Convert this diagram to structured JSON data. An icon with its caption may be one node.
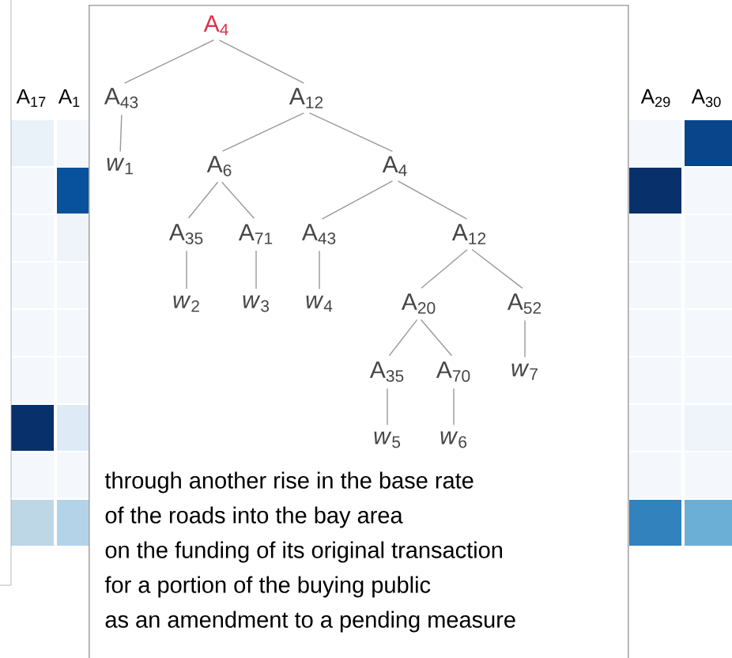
{
  "diagram": {
    "nodes": [
      {
        "text": [
          "through another rise in the base rate",
          "of the roads into the bay area",
          "on the funding of its original transaction",
          "for a portion of the buying public",
          "as an amendment to a pending measure"
        ]
      },
      {
        "text": [
          "A$_{4}$"
        ],
        "in": 0
      },
      {
        "text": [
          "A$_{43}$"
        ],
        "in": 0
      },
      {
        "text": [
          "A$_{12}$"
        ],
        "in": 0
      },
      {
        "text": [
          "*w*$_{1}$"
        ],
        "in": 0
      },
      {
        "text": [
          "A$_{6}$"
        ],
        "in": 0
      },
      {
        "text": [
          "A$_{4}$"
        ],
        "in": 0
      },
      {
        "text": [
          "A$_{35}$"
        ],
        "in": 0
      },
      {
        "text": [
          "A$_{71}$"
        ],
        "in": 0
      },
      {
        "text": [
          "A$_{43}$"
        ],
        "in": 0
      },
      {
        "text": [
          "A$_{12}$"
        ],
        "in": 0
      },
      {
        "text": [
          "*w*$_{2}$"
        ],
        "in": 0
      },
      {
        "text": [
          "*w*$_{3}$"
        ],
        "in": 0
      },
      {
        "text": [
          "*w*$_{4}$"
        ],
        "in": 0
      },
      {
        "text": [
          "A$_{20}$"
        ],
        "in": 0
      },
      {
        "text": [
          "A$_{52}$"
        ],
        "in": 0
      },
      {
        "text": [
          "A$_{35}$"
        ],
        "in": 0
      },
      {
        "text": [
          "A$_{70}$"
        ],
        "in": 0
      },
      {
        "text": [
          "*w*$_{7}$"
        ],
        "in": 0
      },
      {
        "text": [
          "*w*$_{5}$"
        ],
        "in": 0
      },
      {
        "text": [
          "*w*$_{6}$"
        ],
        "in": 0
      }
    ],
    "edges": [
      {
        "from": 1,
        "to": 2,
        "arrow": "none"
      },
      {
        "from": 1,
        "to": 3,
        "arrow": "none"
      },
      {
        "from": 2,
        "to": 4,
        "arrow": "none"
      },
      {
        "from": 3,
        "to": 5,
        "arrow": "none"
      },
      {
        "from": 3,
        "to": 6,
        "arrow": "none"
      },
      {
        "from": 5,
        "to": 7,
        "arrow": "none"
      },
      {
        "from": 5,
        "to": 8,
        "arrow": "none"
      },
      {
        "from": 6,
        "to": 9,
        "arrow": "none"
      },
      {
        "from": 6,
        "to": 10,
        "arrow": "none"
      },
      {
        "from": 7,
        "to": 11,
        "arrow": "none"
      },
      {
        "from": 8,
        "to": 12,
        "arrow": "none"
      },
      {
        "from": 9,
        "to": 13,
        "arrow": "none"
      },
      {
        "from": 10,
        "to": 14,
        "arrow": "none"
      },
      {
        "from": 10,
        "to": 15,
        "arrow": "none"
      },
      {
        "from": 14,
        "to": 16,
        "arrow": "none"
      },
      {
        "from": 14,
        "to": 17,
        "arrow": "none"
      },
      {
        "from": 15,
        "to": 18,
        "arrow": "none"
      },
      {
        "from": 16,
        "to": 19,
        "arrow": "none"
      },
      {
        "from": 17,
        "to": 20,
        "arrow": "none"
      }
    ],
    "labels": [
      "A$_{17}$",
      "A$_{1}$",
      "A$_{29}$",
      "A$_{30}$"
    ]
  }
}
